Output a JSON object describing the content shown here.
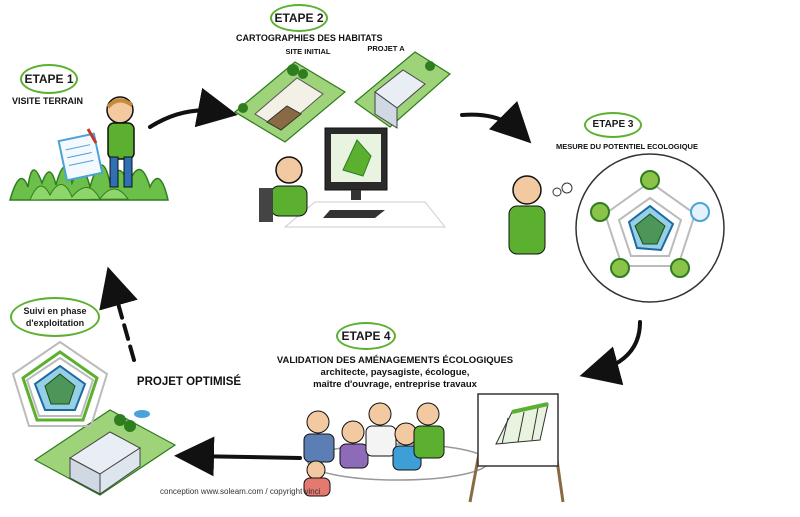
{
  "etape1": {
    "title": "ETAPE 1",
    "subtitle": "VISITE TERRAIN"
  },
  "etape2": {
    "title": "ETAPE 2",
    "subtitle": "CARTOGRAPHIES DES HABITATS",
    "map1_label": "SITE INITIAL",
    "map2_label": "PROJET A"
  },
  "etape3": {
    "title": "ETAPE 3",
    "subtitle": "MESURE DU POTENTIEL ECOLOGIQUE"
  },
  "etape4": {
    "title": "ETAPE 4",
    "subtitle": "VALIDATION DES AMÉNAGEMENTS ÉCOLOGIQUES",
    "line1": "architecte, paysagiste, écologue,",
    "line2": "maître d'ouvrage, entreprise travaux"
  },
  "projet_optimise": "PROJET OPTIMISÉ",
  "suivi": {
    "line1": "Suivi en phase",
    "line2": "d'exploitation"
  },
  "credit": "conception www.soleam.com / copyright vinci",
  "colors": {
    "accent_green": "#5cb030",
    "dark_green": "#2e7d1e",
    "skin": "#f2c9a0",
    "blue": "#4aa3d8"
  }
}
